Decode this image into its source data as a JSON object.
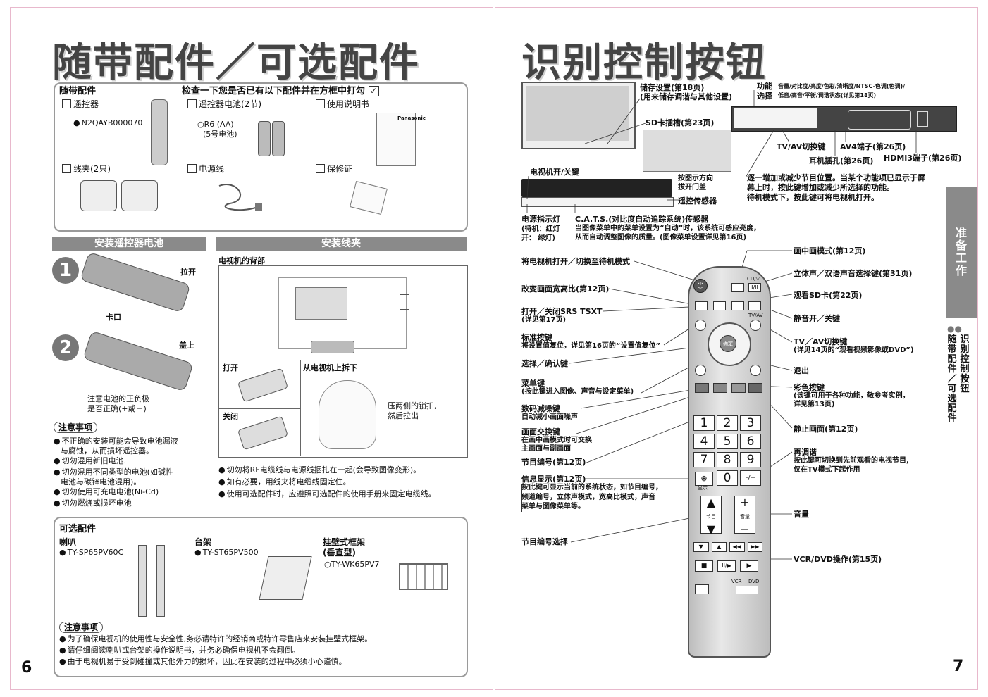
{
  "left_page": {
    "title": "随带配件／可选配件",
    "page_number": "6",
    "accessories": {
      "heading": "随带配件",
      "check_instruction": "检查一下您是否已有以下配件并在方框中打勾",
      "remote": "遥控器",
      "remote_model": "N2QAYB000070",
      "batteries": "遥控器电池(2节)",
      "battery_type": "R6 (AA)",
      "battery_note": "(5号电池)",
      "manual": "使用说明书",
      "manual_brand": "Panasonic",
      "clamp": "线夹(2只)",
      "power_cord": "电源线",
      "warranty": "保修证"
    },
    "battery_section": {
      "title": "安装遥控器电池",
      "step1": "1",
      "step2": "2",
      "pull_open": "拉开",
      "hook": "卡口",
      "close_cover": "盖上",
      "polarity_note_1": "注意电池的正负极",
      "polarity_note_2": "是否正确(+或－)"
    },
    "clamp_section": {
      "title": "安装线夹",
      "tv_back": "电视机的背部",
      "open": "打开",
      "close": "关闭",
      "remove_from_tv": "从电视机上拆下",
      "squeeze_1": "压两侧的锁扣,",
      "squeeze_2": "然后拉出"
    },
    "cautions": {
      "heading": "注意事项",
      "items": [
        "不正确的安装可能会导致电池漏液",
        "与腐蚀，从而损坏遥控器。",
        "切勿混用新旧电池.",
        "切勿混用不同类型的电池(如碱性",
        "电池与碳锌电池混用)。",
        "切勿使用可充电电池(Ni-Cd)",
        "切勿燃烧或损坏电池"
      ]
    },
    "clamp_notes": [
      "切勿将RF电缆线与电源线捆扎在一起(会导致图像变形)。",
      "如有必要，用线夹将电缆线固定住。",
      "使用可选配件时，应遵照可选配件的使用手册来固定电缆线。"
    ],
    "optional": {
      "heading": "可选配件",
      "speaker": "喇叭",
      "speaker_model": "TY-SP65PV60C",
      "stand": "台架",
      "stand_model": "TY-ST65PV500",
      "wall_mount_1": "挂壁式框架",
      "wall_mount_2": "(垂直型)",
      "wall_mount_model": "TY-WK65PV7"
    },
    "bottom_cautions": {
      "heading": "注意事项",
      "items": [
        "为了确保电视机的使用性与安全性,务必请特许的经销商或特许零售店来安装挂壁式框架。",
        "请仔细阅读喇叭或台架的操作说明书，并务必确保电视机不会翻倒。",
        "由于电视机易于受到碰撞或其他外力的损坏，因此在安装的过程中必须小心谨慎。"
      ]
    }
  },
  "right_page": {
    "title": "识别控制按钮",
    "page_number": "7",
    "side_tab": "准备工作",
    "side_vertical_1": "识别控制按钮",
    "side_vertical_2": "随带配件／可选配件",
    "tv_labels": {
      "store": "储存设置(第18页)",
      "store_sub": "(用来储存调谐与其他设置)",
      "function": "功能",
      "select": "选择",
      "function_list": "音量/对比度/亮度/色彩/清晰度/NTSC-色调(色调)/",
      "function_list_2": "低音/高音/平衡/调谐状态(详见第18页)",
      "sd_slot": "SD卡插槽(第23页)",
      "tvav_switch": "TV/AV切换键",
      "av4": "AV4端子(第26页)",
      "headphone": "耳机插孔(第26页)",
      "hdmi3": "HDMI3端子(第26页)",
      "power_switch": "电视机开/关键",
      "open_door_1": "按图示方向",
      "open_door_2": "拔开门盖",
      "remote_sensor": "遥控传感器",
      "channel_desc_1": "逐一增加或减少节目位置。当某个功能项已显示于屏",
      "channel_desc_2": "幕上时，按此键增加或减少所选择的功能。",
      "channel_desc_3": "待机模式下，按此键可将电视机打开。",
      "power_led": "电源指示灯",
      "standby_red": "(待机：红灯",
      "on_green": "开：  绿灯)",
      "cats": "C.A.T.S.(对比度自动追踪系统)传感器",
      "cats_desc_1": "当图像菜单中的菜单设置为“自动”时，该系统可感应亮度，",
      "cats_desc_2": "从而自动调整图像的质量。(图像菜单设置详见第16页)"
    },
    "remote_left_labels": [
      {
        "text": "将电视机打开／切换至待机模式",
        "sub": ""
      },
      {
        "text": "改变画面宽高比(第12页)",
        "sub": ""
      },
      {
        "text": "打开／关闭SRS TSXT",
        "sub": "(详见第17页)"
      },
      {
        "text": "标准按键",
        "sub": "将设置值复位，详见第16页的“设置值复位”"
      },
      {
        "text": "选择／确认键",
        "sub": ""
      },
      {
        "text": "菜单键",
        "sub": "(按此键进入图像、声音与设定菜单)"
      },
      {
        "text": "数码减噪键",
        "sub": "自动减小画面噪声"
      },
      {
        "text": "画面交换键",
        "sub": "在画中画模式时可交换"
      },
      {
        "text": "",
        "sub": "主画面与副画面"
      },
      {
        "text": "节目编号(第12页)",
        "sub": ""
      },
      {
        "text": "信息显示(第12页)",
        "sub": "按此键可显示当前的系统状态，如节目编号，"
      },
      {
        "text": "",
        "sub": "频道编号，立体声模式，宽高比模式，声音"
      },
      {
        "text": "",
        "sub": "菜单与图像菜单等。"
      },
      {
        "text": "节目编号选择",
        "sub": ""
      }
    ],
    "remote_right_labels": [
      {
        "text": "画中画模式(第12页)",
        "sub": ""
      },
      {
        "text": "立体声／双语声音选择键(第31页)",
        "sub": ""
      },
      {
        "text": "观看SD卡(第22页)",
        "sub": ""
      },
      {
        "text": "静音开／关键",
        "sub": ""
      },
      {
        "text": "TV／AV切换键",
        "sub": "(详见14页的“观看视频影像或DVD”)"
      },
      {
        "text": "退出",
        "sub": ""
      },
      {
        "text": "彩色按键",
        "sub": "(该键可用于各种功能，敬参考实例，"
      },
      {
        "text": "",
        "sub": "详见第13页)"
      },
      {
        "text": "静止画面(第12页)",
        "sub": ""
      },
      {
        "text": "再调谐",
        "sub": "按此键可切换到先前观看的电视节目,"
      },
      {
        "text": "",
        "sub": "仅在TV模式下起作用"
      },
      {
        "text": "音量",
        "sub": ""
      },
      {
        "text": "VCR/DVD操作(第15页)",
        "sub": ""
      }
    ],
    "remote_buttons": {
      "digits": [
        "1",
        "2",
        "3",
        "4",
        "5",
        "6",
        "7",
        "8",
        "9",
        "0"
      ],
      "dash": "-/--",
      "ok": "确定",
      "program": "节目",
      "volume": "音量",
      "display": "显示",
      "vcr": "VCR",
      "dvd": "DVD",
      "tvav": "TV/AV",
      "cd": "CD/▽"
    }
  }
}
